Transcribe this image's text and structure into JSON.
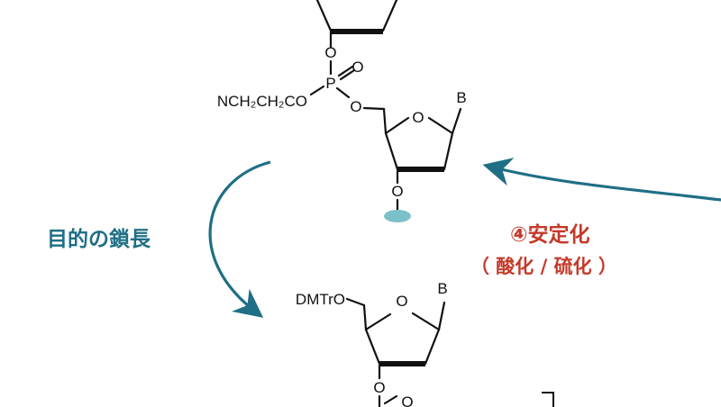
{
  "colors": {
    "teal": "#1f6f86",
    "red": "#c43a2a",
    "cap": "#7cc1c9",
    "ink": "#111111"
  },
  "labels": {
    "top_chain": "NCH₂CH₂CO",
    "P": "P",
    "O": "O",
    "B": "B",
    "dmtro": "DMTrO"
  },
  "steps": {
    "elongation": "目的の鎖長",
    "stabilization_title": "④安定化",
    "stabilization_sub": "（ 酸化 / 硫化 ）"
  }
}
